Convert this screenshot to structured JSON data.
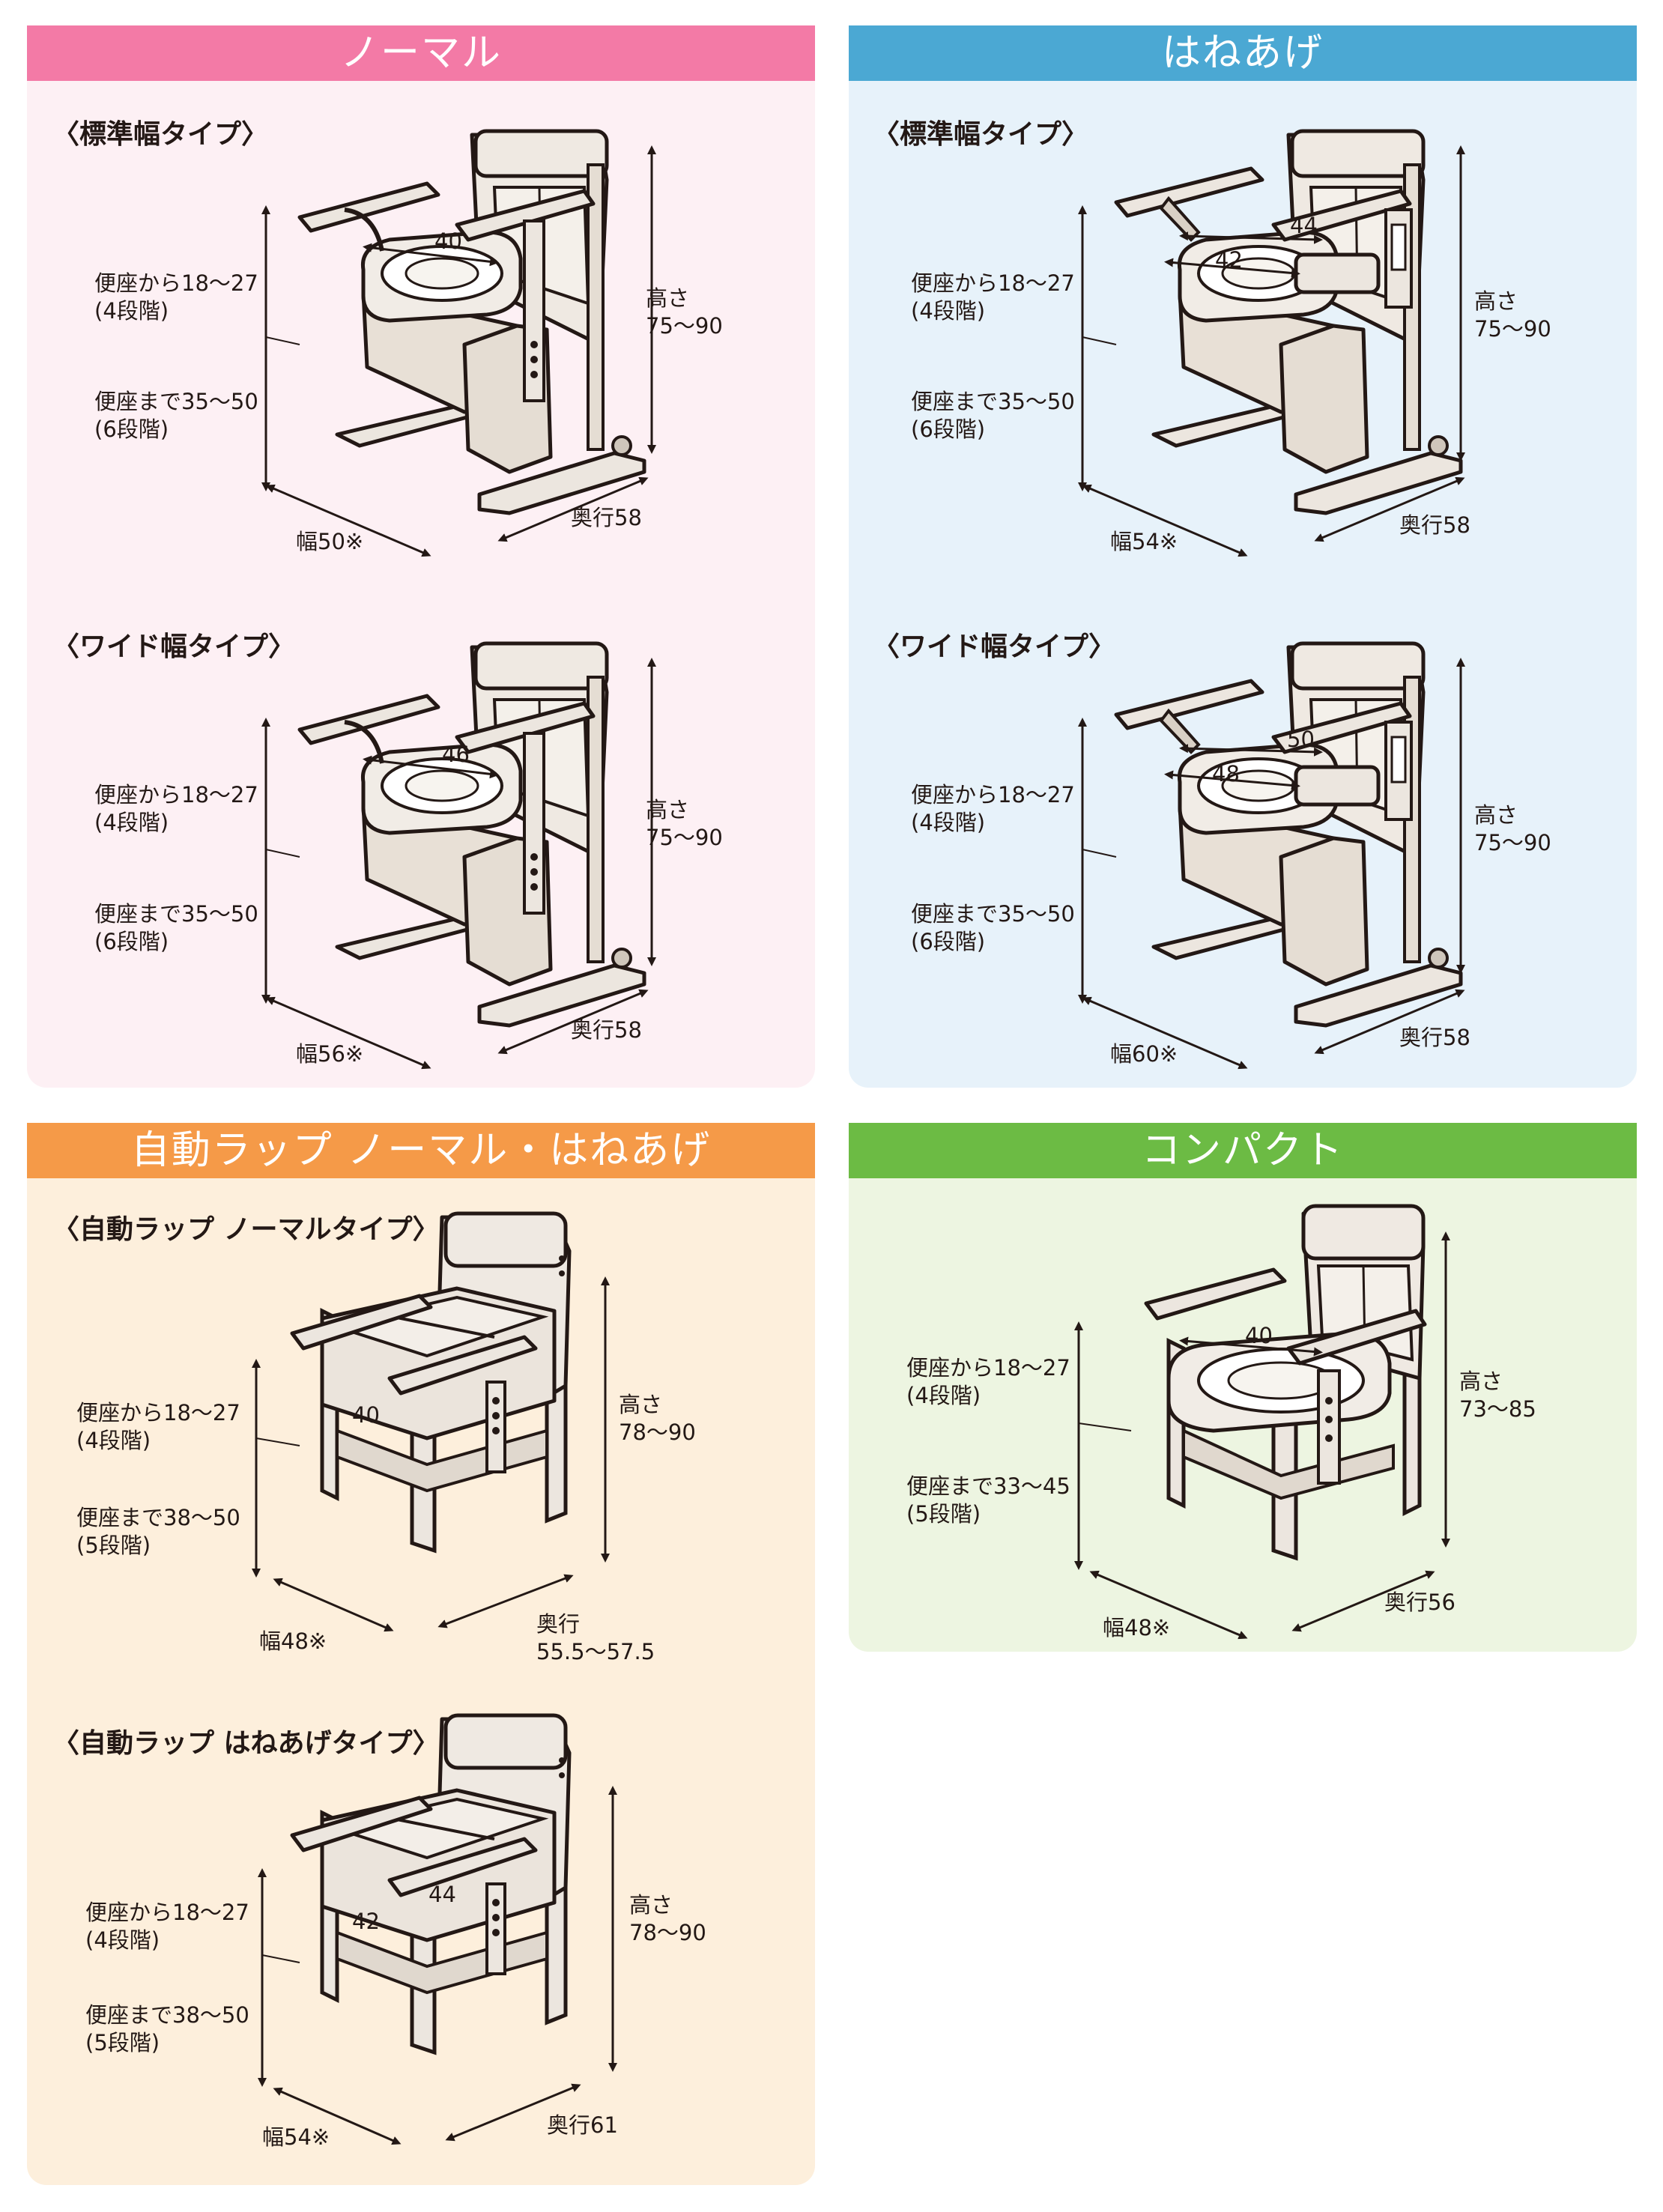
{
  "colors": {
    "normal_header": "#f37aa6",
    "normal_bg": "#fdf0f4",
    "haneage_header": "#4ba8d3",
    "haneage_bg": "#e7f2fa",
    "auto_header": "#f59a48",
    "auto_bg": "#fdefdc",
    "compact_header": "#6cbb44",
    "compact_bg": "#edf5e1"
  },
  "panels": {
    "normal": {
      "title": "ノーマル",
      "standard": {
        "label": "〈標準幅タイプ〉",
        "seat_from": "便座から18～27",
        "seat_from_steps": "(4段階)",
        "seat_to": "便座まで35～50",
        "seat_to_steps": "(6段階)",
        "height_label": "高さ",
        "height_value": "75～90",
        "width": "幅50※",
        "depth": "奥行58",
        "inner": "40"
      },
      "wide": {
        "label": "〈ワイド幅タイプ〉",
        "seat_from": "便座から18～27",
        "seat_from_steps": "(4段階)",
        "seat_to": "便座まで35～50",
        "seat_to_steps": "(6段階)",
        "height_label": "高さ",
        "height_value": "75～90",
        "width": "幅56※",
        "depth": "奥行58",
        "inner": "46"
      }
    },
    "haneage": {
      "title": "はねあげ",
      "standard": {
        "label": "〈標準幅タイプ〉",
        "seat_from": "便座から18～27",
        "seat_from_steps": "(4段階)",
        "seat_to": "便座まで35～50",
        "seat_to_steps": "(6段階)",
        "height_label": "高さ",
        "height_value": "75～90",
        "width": "幅54※",
        "depth": "奥行58",
        "inner_a": "44",
        "inner_b": "42"
      },
      "wide": {
        "label": "〈ワイド幅タイプ〉",
        "seat_from": "便座から18～27",
        "seat_from_steps": "(4段階)",
        "seat_to": "便座まで35～50",
        "seat_to_steps": "(6段階)",
        "height_label": "高さ",
        "height_value": "75～90",
        "width": "幅60※",
        "depth": "奥行58",
        "inner_a": "50",
        "inner_b": "48"
      }
    },
    "auto": {
      "title": "自動ラップ ノーマル・はねあげ",
      "normal": {
        "label": "〈自動ラップ ノーマルタイプ〉",
        "seat_from": "便座から18～27",
        "seat_from_steps": "(4段階)",
        "seat_to": "便座まで38～50",
        "seat_to_steps": "(5段階)",
        "height_label": "高さ",
        "height_value": "78～90",
        "width": "幅48※",
        "depth_label": "奥行",
        "depth_value": "55.5～57.5",
        "inner": "40"
      },
      "haneage": {
        "label": "〈自動ラップ はねあげタイプ〉",
        "seat_from": "便座から18～27",
        "seat_from_steps": "(4段階)",
        "seat_to": "便座まで38～50",
        "seat_to_steps": "(5段階)",
        "height_label": "高さ",
        "height_value": "78～90",
        "width": "幅54※",
        "depth": "奥行61",
        "inner_a": "44",
        "inner_b": "42"
      }
    },
    "compact": {
      "title": "コンパクト",
      "item": {
        "seat_from": "便座から18～27",
        "seat_from_steps": "(4段階)",
        "seat_to": "便座まで33～45",
        "seat_to_steps": "(5段階)",
        "height_label": "高さ",
        "height_value": "73～85",
        "width": "幅48※",
        "depth": "奥行56",
        "inner": "40"
      }
    }
  }
}
